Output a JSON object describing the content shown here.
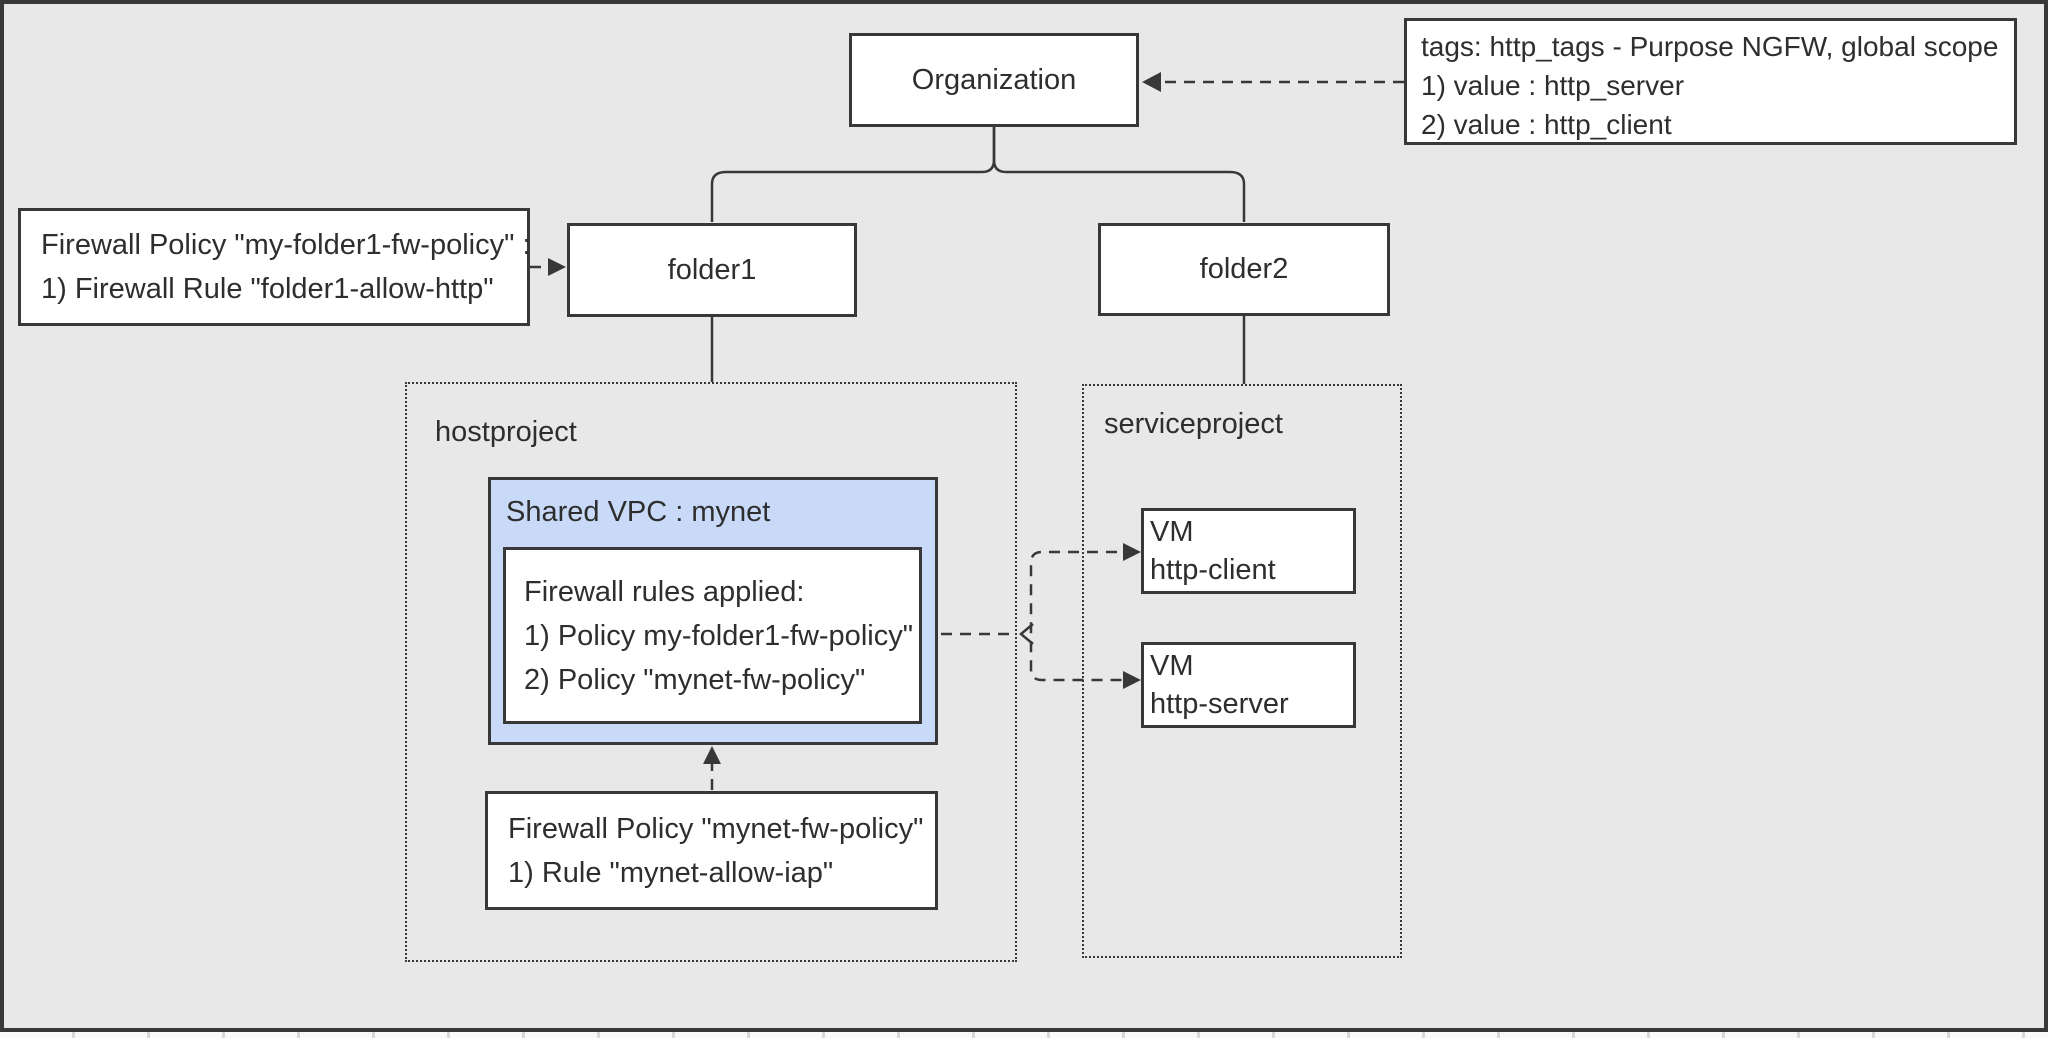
{
  "canvas": {
    "background": "#e8e8e8",
    "frame_color": "#383838",
    "node_fill": "#ffffff",
    "vpc_fill": "#c8daf8",
    "text_color": "#2e2e2e"
  },
  "nodes": {
    "organization": {
      "label": "Organization"
    },
    "tags_note": {
      "lines": [
        "tags: http_tags - Purpose NGFW, global scope",
        "1) value : http_server",
        "2) value : http_client"
      ]
    },
    "folder1_policy_note": {
      "lines": [
        "Firewall Policy \"my-folder1-fw-policy\" :",
        "1) Firewall Rule \"folder1-allow-http\""
      ]
    },
    "folder1": {
      "label": "folder1"
    },
    "folder2": {
      "label": "folder2"
    },
    "hostproject": {
      "label": "hostproject"
    },
    "serviceproject": {
      "label": "serviceproject"
    },
    "shared_vpc": {
      "label": "Shared VPC : mynet"
    },
    "firewall_rules": {
      "lines": [
        "Firewall rules applied:",
        "1) Policy my-folder1-fw-policy\"",
        "2) Policy \"mynet-fw-policy\""
      ]
    },
    "mynet_policy_note": {
      "lines": [
        "Firewall Policy \"mynet-fw-policy\"",
        "1) Rule \"mynet-allow-iap\""
      ]
    },
    "vm_http_client": {
      "lines": [
        "VM",
        "http-client"
      ]
    },
    "vm_http_server": {
      "lines": [
        "VM",
        "http-server"
      ]
    }
  }
}
